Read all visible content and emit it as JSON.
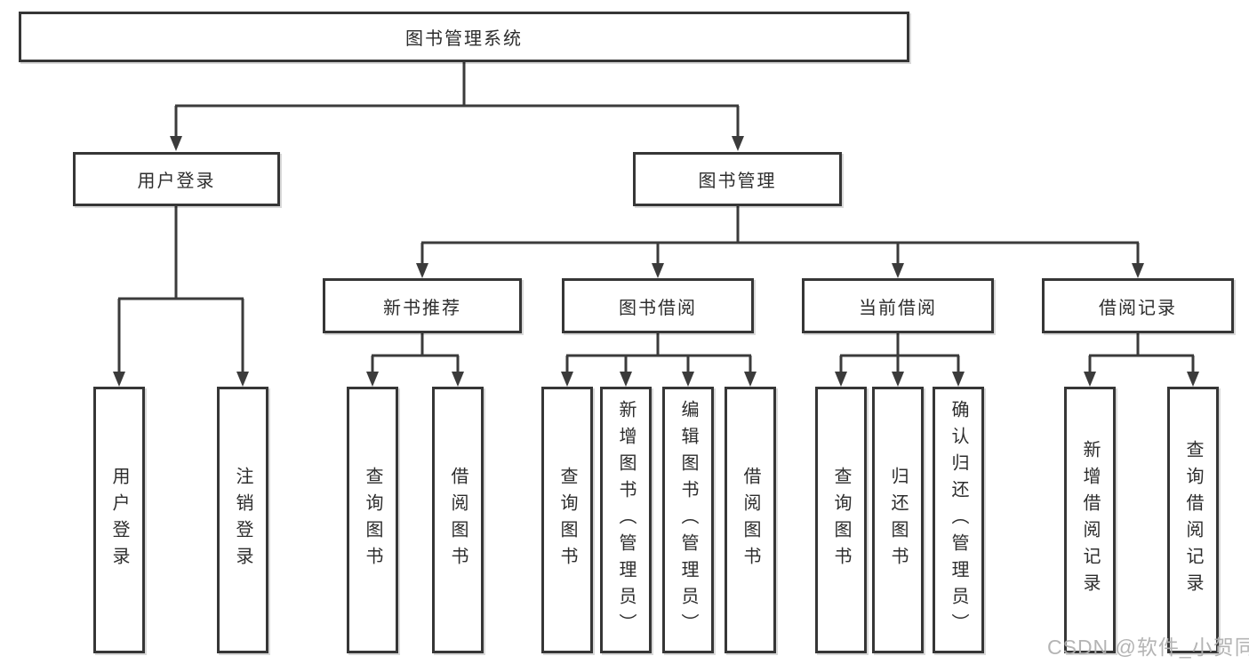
{
  "tree": {
    "root": {
      "label": "图书管理系统"
    },
    "branches": [
      {
        "label": "用户登录",
        "leaves": [
          "用户登录",
          "注销登录"
        ]
      },
      {
        "label": "图书管理",
        "groups": [
          {
            "label": "新书推荐",
            "leaves": [
              "查询图书",
              "借阅图书"
            ]
          },
          {
            "label": "图书借阅",
            "leaves": [
              "查询图书",
              "新增图书（管理员）",
              "编辑图书（管理员）",
              "借阅图书"
            ]
          },
          {
            "label": "当前借阅",
            "leaves": [
              "查询图书",
              "归还图书",
              "确认归还（管理员）"
            ]
          },
          {
            "label": "借阅记录",
            "leaves": [
              "新增借阅记录",
              "查询借阅记录"
            ]
          }
        ]
      }
    ]
  },
  "watermark": {
    "text": "CSDN @软件_小贺同学"
  },
  "colors": {
    "line": "#3b3b3b",
    "box_border": "#363636",
    "text": "#2d2d2d",
    "watermark": "#b0b0b0",
    "background": "#ffffff"
  }
}
